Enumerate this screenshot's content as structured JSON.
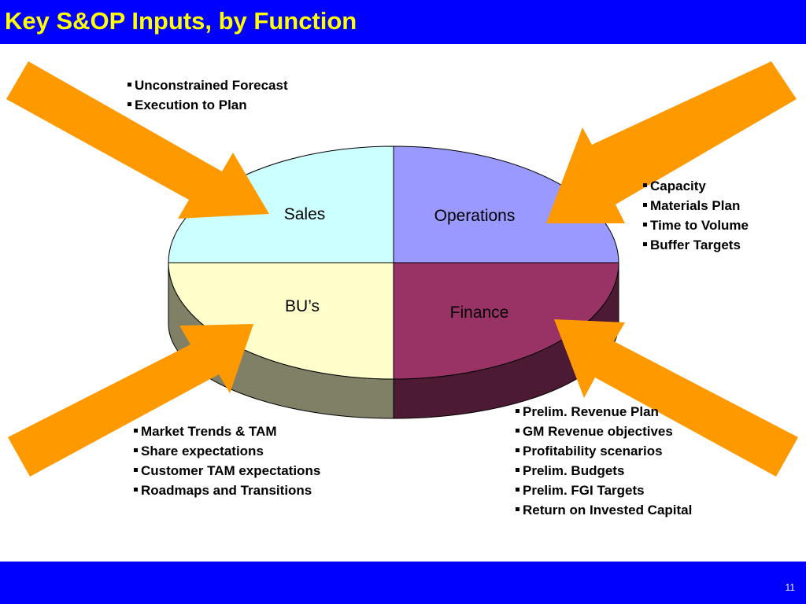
{
  "slide": {
    "title": "Key S&OP Inputs, by Function",
    "page_number": "11"
  },
  "colors": {
    "title_bar": "#0000ff",
    "title_text": "#ffff00",
    "arrow": "#ff9900",
    "sales": "#ccffff",
    "operations": "#9999ff",
    "bus": "#ffffcc",
    "finance": "#993366"
  },
  "pie": {
    "sales": "Sales",
    "operations": "Operations",
    "bus": "BU’s",
    "finance": "Finance"
  },
  "sales_inputs": [
    "Unconstrained Forecast",
    "Execution to Plan"
  ],
  "operations_inputs": [
    "Capacity",
    "Materials Plan",
    "Time to Volume",
    "Buffer Targets"
  ],
  "bus_inputs": [
    "Market Trends & TAM",
    "Share expectations",
    "Customer TAM expectations",
    "Roadmaps and Transitions"
  ],
  "finance_inputs": [
    "Prelim. Revenue Plan",
    "GM Revenue objectives",
    "Profitability scenarios",
    "Prelim. Budgets",
    "Prelim. FGI Targets",
    "Return on Invested Capital"
  ]
}
